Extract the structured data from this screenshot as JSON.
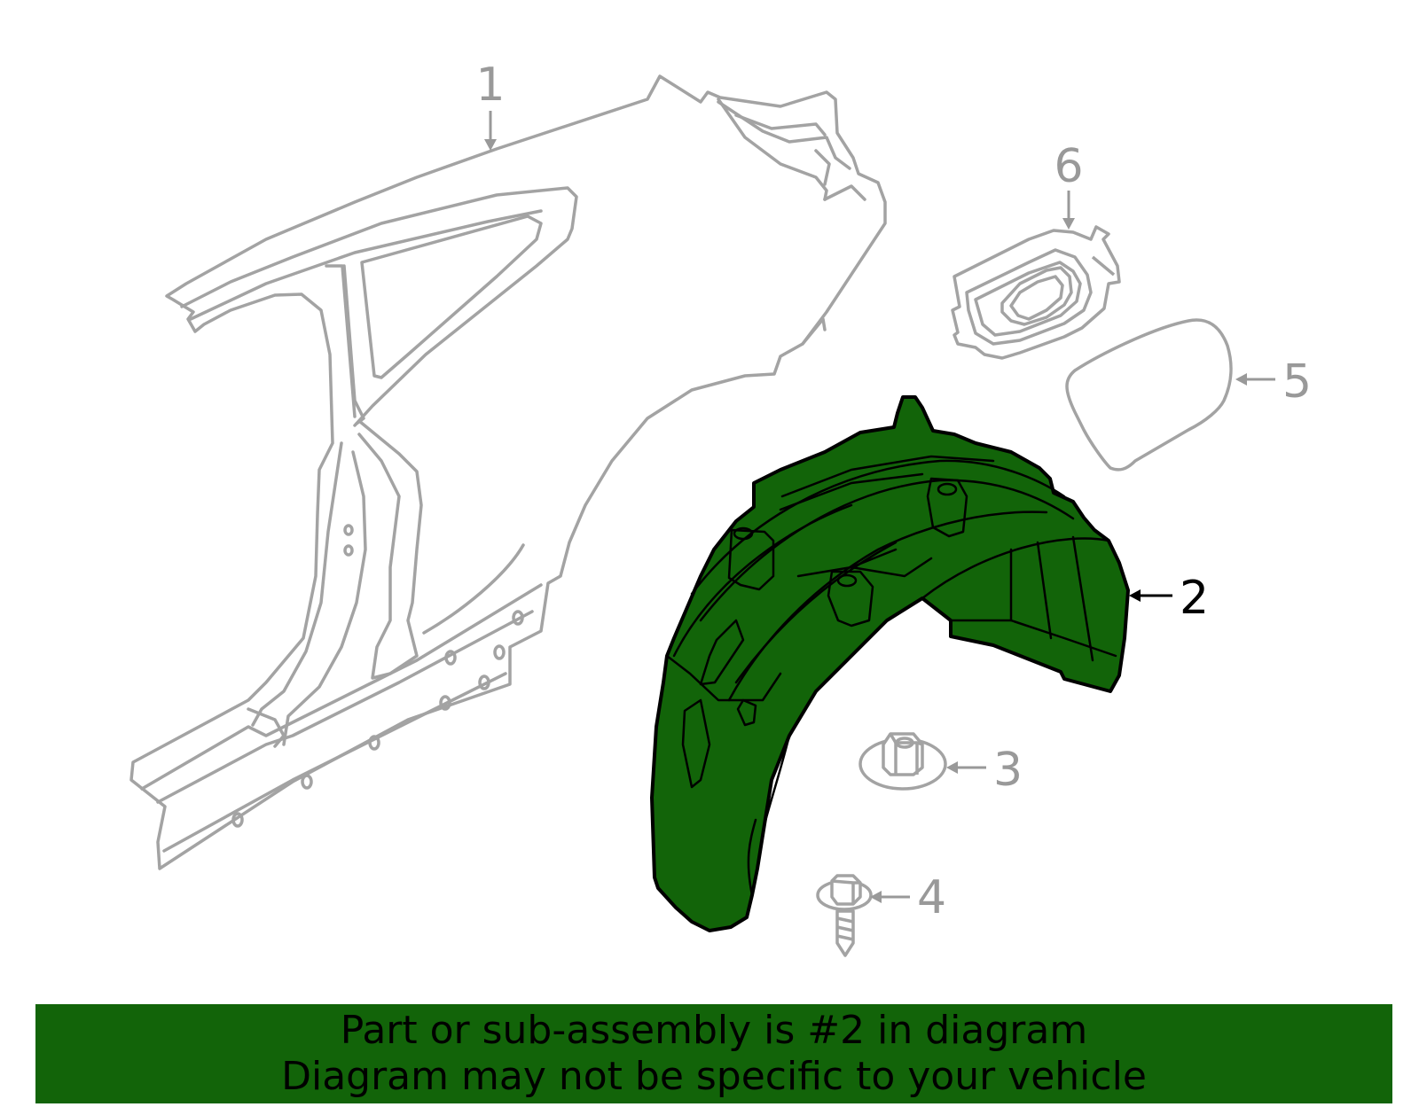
{
  "diagram": {
    "callouts": [
      {
        "id": "1",
        "label": "1"
      },
      {
        "id": "2",
        "label": "2"
      },
      {
        "id": "3",
        "label": "3"
      },
      {
        "id": "4",
        "label": "4"
      },
      {
        "id": "5",
        "label": "5"
      },
      {
        "id": "6",
        "label": "6"
      }
    ],
    "highlighted_part": "2"
  },
  "banner": {
    "line1": "Part or sub-assembly is #2 in diagram",
    "line2": "Diagram may not be specific to your vehicle"
  },
  "colors": {
    "highlight_fill": "#126409",
    "outline_gray": "#a3a3a3",
    "callout_gray": "#999999",
    "callout_active": "#000000",
    "banner_bg": "#126409"
  }
}
